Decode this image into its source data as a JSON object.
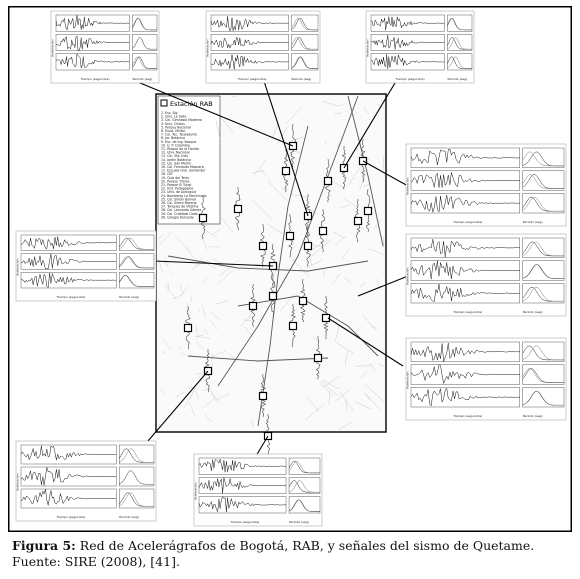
{
  "figure": {
    "legend_title": "Estación RAB",
    "stations": [
      "Esc. Sig",
      "Univ. La Salle",
      "Col. Gimnasio Moderno",
      "Univ. Cristus",
      "Parque Nacional",
      "Escol. Militar",
      "Col. Tec. Teusaquillo",
      "Jar. Botánico",
      "Esc. de Ing. Bosque",
      "U. P. Colombia",
      "Parque de la Florida",
      "Univ. Nacional",
      "Col. Sta. Inés",
      "Jardín Botánico",
      "Col. San Martín",
      "Col. Fernando Mazuera",
      "Escuela Gral. Santander",
      "CEF",
      "Club del Tenis",
      "Parque Timiza",
      "Parque El Tunal",
      "Inst. Pedagógico",
      "Univ. de Antioquia",
      "Bomberos La Marichuela",
      "Col. Simón Bolívar",
      "Col. Sierra Morena",
      "Tanques de Vitelma",
      "Col. Leonardo Gómez",
      "Col. Cristóbal Colón",
      "Colegio Kennedy"
    ],
    "panel_labels": [
      "Aceleración",
      "Tiempo (segundos)",
      "Periodo (seg)"
    ]
  },
  "caption": {
    "label": "Figura 5:",
    "text": " Red de Acelerágrafos de Bogotá, RAB, y señales del sismo de Quetame. Fuente: SIRE (2008), [41]."
  }
}
